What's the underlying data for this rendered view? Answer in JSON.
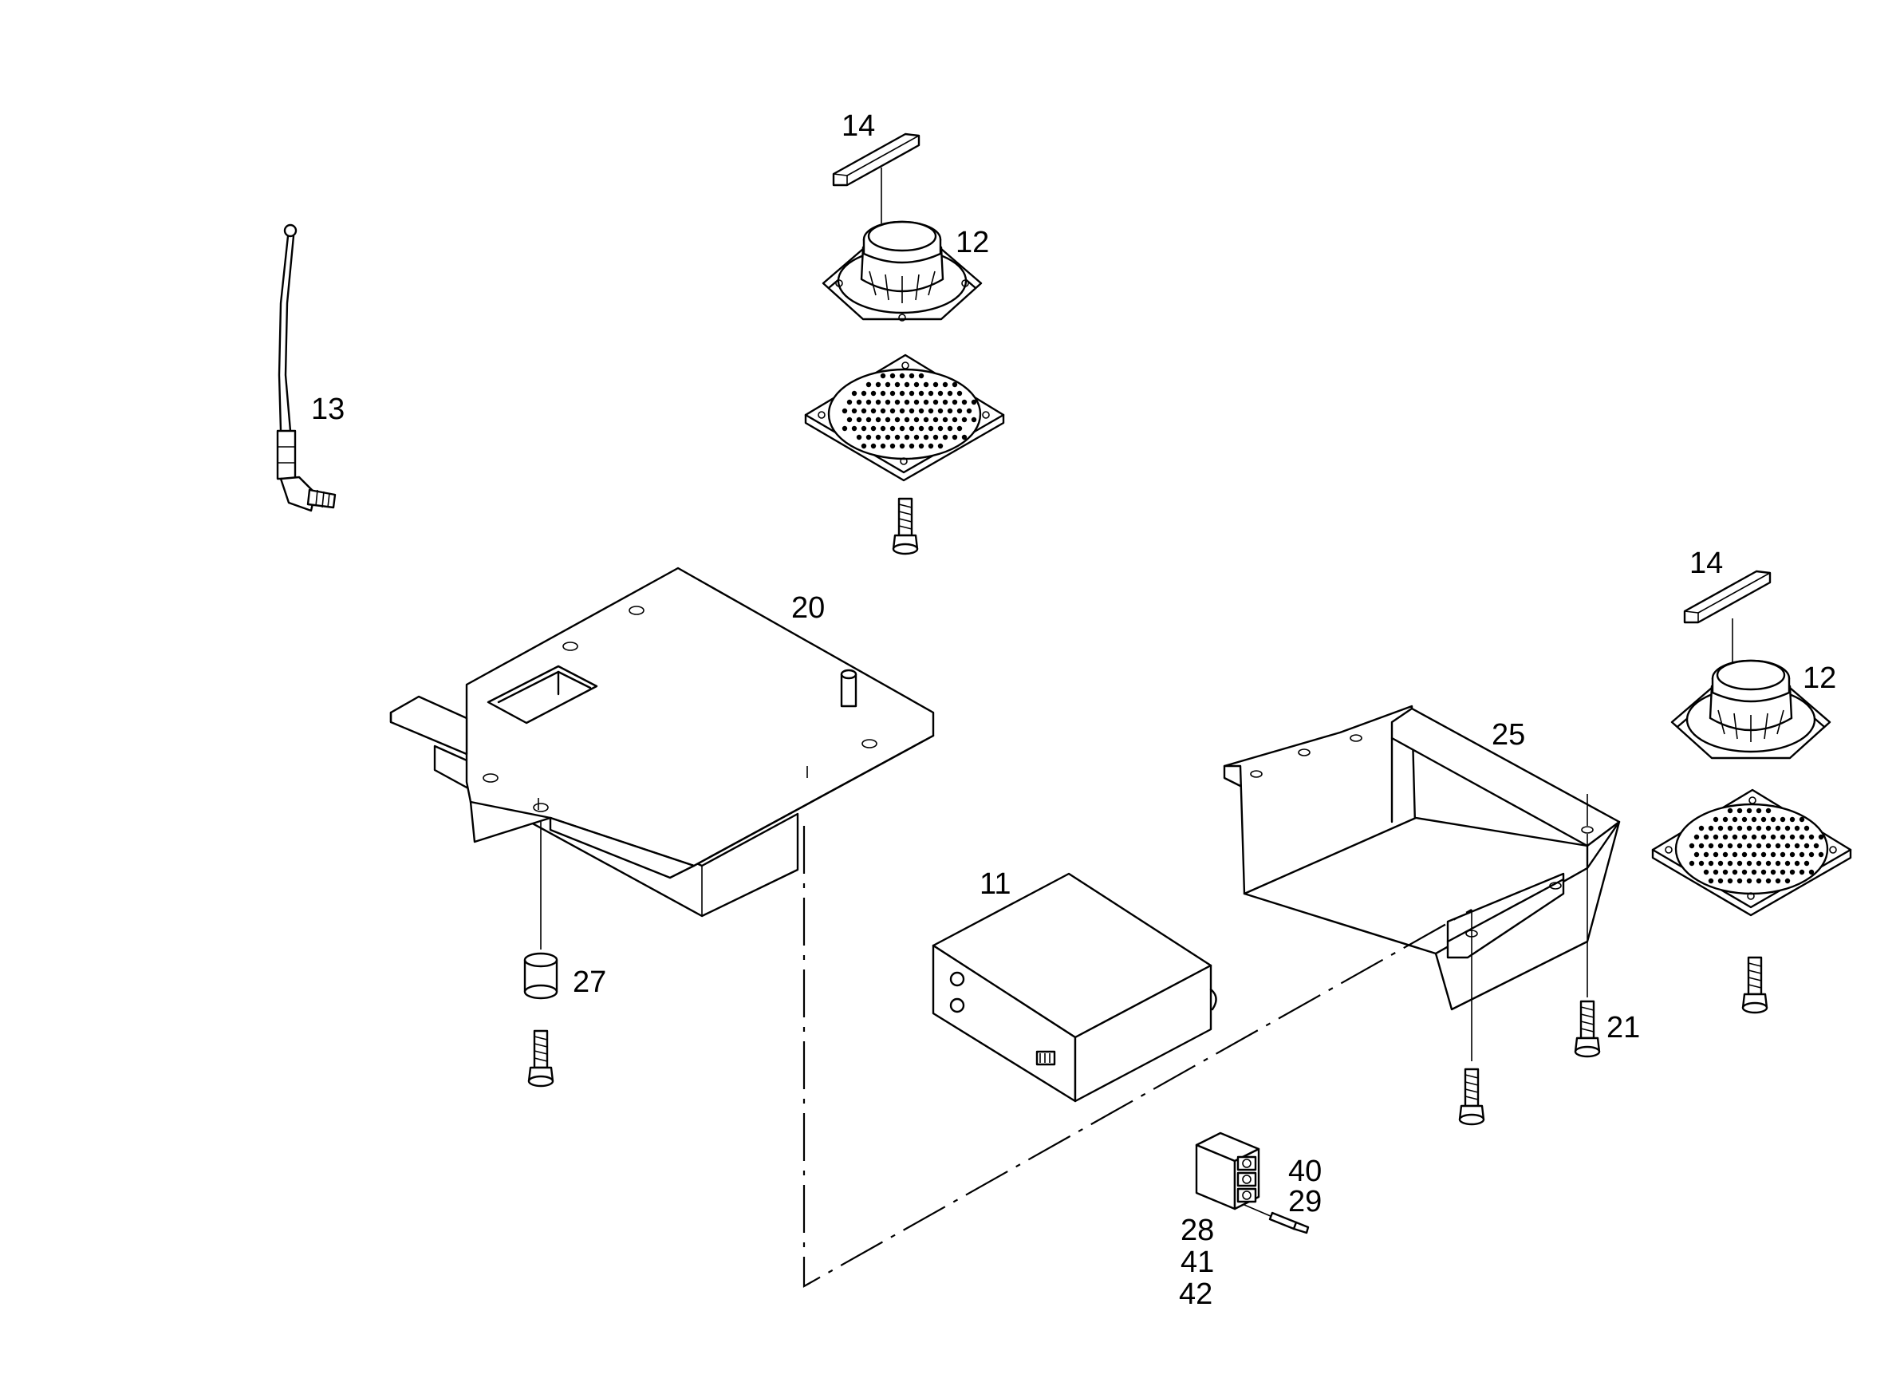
{
  "callouts": {
    "c14a": "14",
    "c12a": "12",
    "c13": "13",
    "c20": "20",
    "c14b": "14",
    "c12b": "12",
    "c25": "25",
    "c11": "11",
    "c27": "27",
    "c21": "21",
    "c40": "40",
    "c29": "29",
    "c28": "28",
    "c41": "41",
    "c42": "42"
  }
}
